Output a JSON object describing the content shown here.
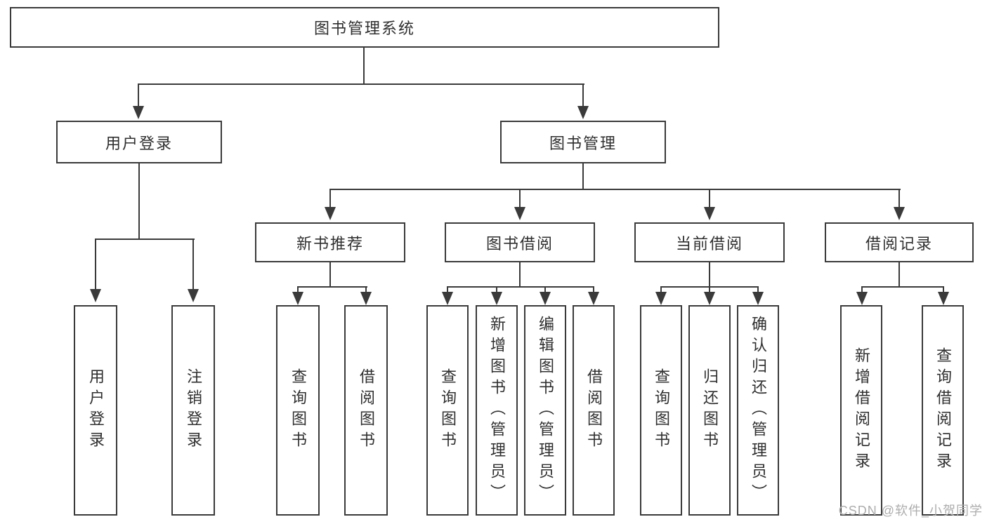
{
  "nodes": {
    "root": {
      "label": "图书管理系统"
    },
    "level2": [
      {
        "label": "用户登录"
      },
      {
        "label": "图书管理"
      }
    ],
    "level3": [
      {
        "label": "新书推荐"
      },
      {
        "label": "图书借阅"
      },
      {
        "label": "当前借阅"
      },
      {
        "label": "借阅记录"
      }
    ],
    "leaves": {
      "login": [
        {
          "label": "用户登录"
        },
        {
          "label": "注销登录"
        }
      ],
      "recommend": [
        {
          "label": "查询图书"
        },
        {
          "label": "借阅图书"
        }
      ],
      "borrow": [
        {
          "label": "查询图书"
        },
        {
          "label": "新增图书（管理员）"
        },
        {
          "label": "编辑图书（管理员）"
        },
        {
          "label": "借阅图书"
        }
      ],
      "current": [
        {
          "label": "查询图书"
        },
        {
          "label": "归还图书"
        },
        {
          "label": "确认归还（管理员）"
        }
      ],
      "records": [
        {
          "label": "新增借阅记录"
        },
        {
          "label": "查询借阅记录"
        }
      ]
    }
  },
  "watermark": {
    "text": "CSDN @软件_小贺同学"
  },
  "colors": {
    "line": "#3a3a3a",
    "text": "#2f2f2f",
    "watermark": "#adadad",
    "background": "#ffffff"
  }
}
